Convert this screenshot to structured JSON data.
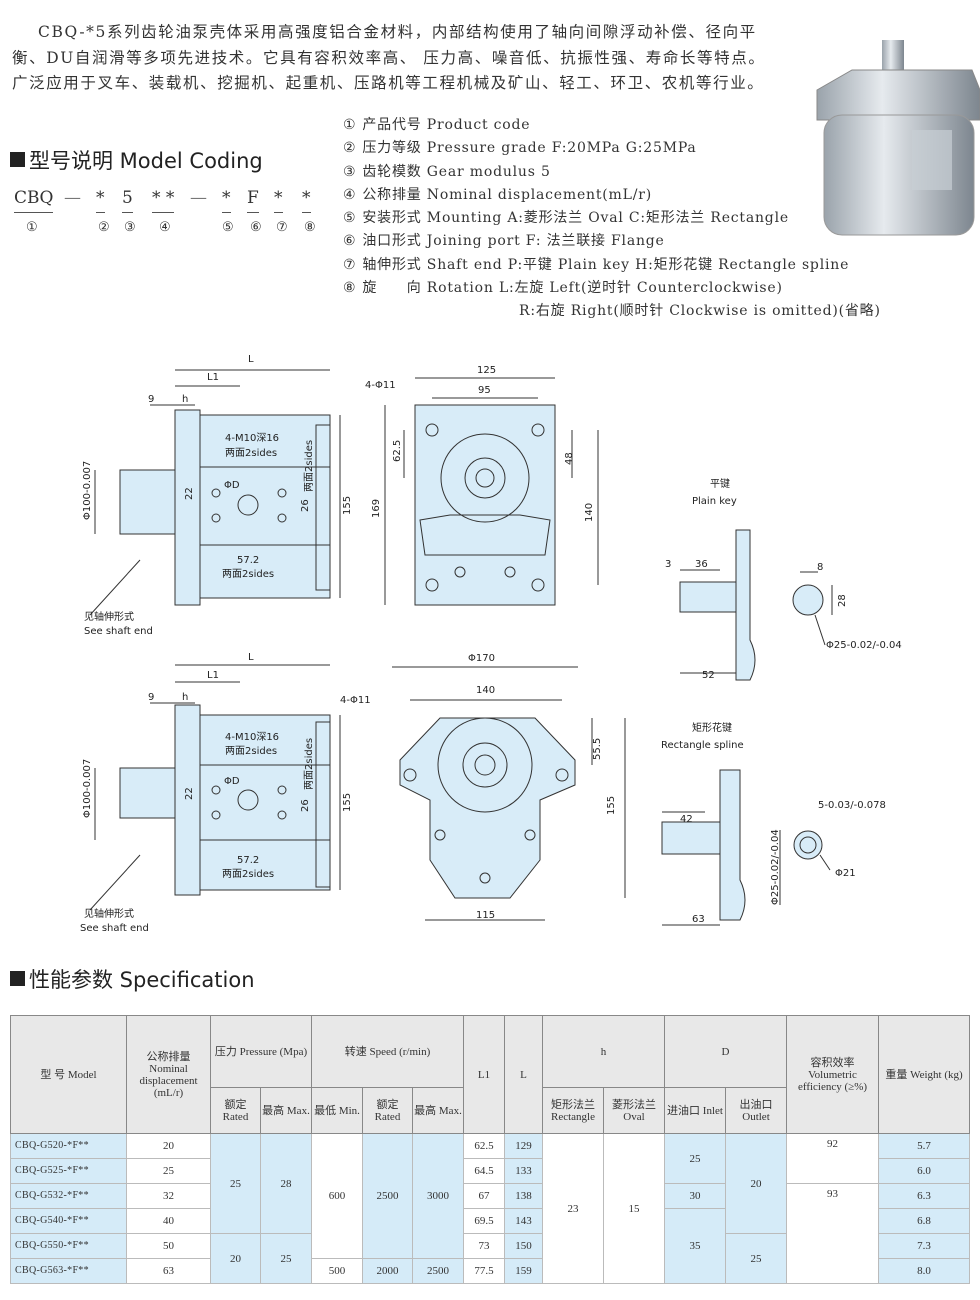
{
  "intro": "CBQ-*5系列齿轮油泵壳体采用高强度铝合金材料，内部结构使用了轴向间隙浮动补偿、径向平衡、DU自润滑等多项先进技术。它具有容积效率高、 压力高、噪音低、抗振性强、寿命长等特点。 广泛应用于叉车、装载机、挖掘机、起重机、压路机等工程机械及矿山、轻工、环卫、农机等行业。",
  "model_coding": {
    "title": "型号说明 Model Coding",
    "code": [
      "CBQ",
      "—",
      "*",
      "5",
      "* *",
      "—",
      "*",
      "F",
      "*",
      "*"
    ],
    "nums": [
      "①",
      "②",
      "③",
      "④",
      "⑤",
      "⑥",
      "⑦",
      "⑧"
    ],
    "items": [
      {
        "num": "①",
        "text": "产品代号 Product code"
      },
      {
        "num": "②",
        "text": "压力等级 Pressure grade F:20MPa G:25MPa"
      },
      {
        "num": "③",
        "text": "齿轮模数 Gear modulus 5"
      },
      {
        "num": "④",
        "text": "公称排量 Nominal displacement(mL/r)"
      },
      {
        "num": "⑤",
        "text": "安装形式 Mounting A:菱形法兰 Oval C:矩形法兰 Rectangle"
      },
      {
        "num": "⑥",
        "text": "油口形式 Joining port F: 法兰联接 Flange"
      },
      {
        "num": "⑦",
        "text": "轴伸形式 Shaft end P:平键 Plain key H:矩形花键 Rectangle spline"
      },
      {
        "num": "⑧",
        "text": "旋　　向 Rotation  L:左旋 Left(逆时针 Counterclockwise)"
      },
      {
        "num": "",
        "text": "R:右旋 Right(顺时针 Clockwise is omitted)(省略)"
      }
    ]
  },
  "drawings": {
    "side1": {
      "L": "L",
      "L1": "L1",
      "d9": "9",
      "h": "h",
      "thread": "4-M10深16",
      "sides": "两面2sides",
      "sides_v": "两面2sides",
      "phiD": "ΦD",
      "d22": "22",
      "d26": "26",
      "d57": "57.2",
      "sides2": "两面2sides",
      "d155": "155",
      "phi100": "Φ100-0.007",
      "shaft_cn": "见轴伸形式",
      "shaft_en": "See shaft end"
    },
    "front1": {
      "d125": "125",
      "d95": "95",
      "holes": "4-Φ11",
      "d62": "62.5",
      "d48": "48",
      "d169": "169",
      "d140": "140"
    },
    "side2": {
      "L": "L",
      "L1": "L1",
      "d9": "9",
      "h": "h",
      "thread": "4-M10深16",
      "sides": "两面2sides",
      "sides_v": "两面2sides",
      "phiD": "ΦD",
      "d22": "22",
      "d26": "26",
      "d57": "57.2",
      "sides2": "两面2sides",
      "d155": "155",
      "phi100": "Φ100-0.007",
      "shaft_cn": "见轴伸形式",
      "shaft_en": "See shaft end"
    },
    "front2": {
      "phi170": "Φ170",
      "d140": "140",
      "holes": "4-Φ11",
      "d55": "55.5",
      "d155": "155",
      "d115": "115"
    },
    "key": {
      "title_cn": "平键",
      "title_en": "Plain key",
      "d3": "3",
      "d36": "36",
      "d52": "52",
      "d8": "8",
      "d28": "28",
      "phi25": "Φ25-0.02/-0.04"
    },
    "spline": {
      "title_cn": "矩形花键",
      "title_en": "Rectangle spline",
      "d42": "42",
      "d63": "63",
      "d5": "5-0.03/-0.078",
      "phi21": "Φ21",
      "phi25": "Φ25-0.02/-0.04"
    }
  },
  "spec": {
    "title": "性能参数 Specification",
    "headers": {
      "model": "型 号\nModel",
      "disp": "公称排量 Nominal displacement (mL/r)",
      "pressure": "压力 Pressure (Mpa)",
      "speed": "转速 Speed (r/min)",
      "L1": "L1",
      "L": "L",
      "h": "h",
      "D": "D",
      "eff": "容积效率 Volumetric efficiency (≥%)",
      "weight": "重量 Weight (kg)",
      "p_rated": "额定 Rated",
      "p_max": "最高 Max.",
      "s_min": "最低 Min.",
      "s_rated": "额定 Rated",
      "s_max": "最高 Max.",
      "h_rect": "矩形法兰 Rectangle",
      "h_oval": "菱形法兰 Oval",
      "d_in": "进油口 Inlet",
      "d_out": "出油口 Outlet"
    },
    "rows": [
      {
        "model": "CBQ-G520-*F**",
        "disp": "20",
        "p_rated": "25",
        "p_max": "28",
        "s_min": "600",
        "s_rated": "2500",
        "s_max": "3000",
        "L1": "62.5",
        "L": "129",
        "h_rect": "23",
        "h_oval": "15",
        "d_in": "25",
        "d_out": "20",
        "eff": "92",
        "weight": "5.7"
      },
      {
        "model": "CBQ-G525-*F**",
        "disp": "25",
        "L1": "64.5",
        "L": "133",
        "weight": "6.0"
      },
      {
        "model": "CBQ-G532-*F**",
        "disp": "32",
        "L1": "67",
        "L": "138",
        "d_in": "30",
        "eff": "93",
        "weight": "6.3"
      },
      {
        "model": "CBQ-G540-*F**",
        "disp": "40",
        "L1": "69.5",
        "L": "143",
        "d_in": "35",
        "weight": "6.8"
      },
      {
        "model": "CBQ-G550-*F**",
        "disp": "50",
        "p_rated": "20",
        "p_max": "25",
        "L1": "73",
        "L": "150",
        "d_out": "25",
        "weight": "7.3"
      },
      {
        "model": "CBQ-G563-*F**",
        "disp": "63",
        "s_min": "500",
        "s_rated": "2000",
        "s_max": "2500",
        "L1": "77.5",
        "L": "159",
        "weight": "8.0"
      }
    ]
  },
  "colors": {
    "cell_blue": "#d5ebf8",
    "header_gray": "#e8e8e8",
    "drawing_fill": "#d8ecf8"
  }
}
